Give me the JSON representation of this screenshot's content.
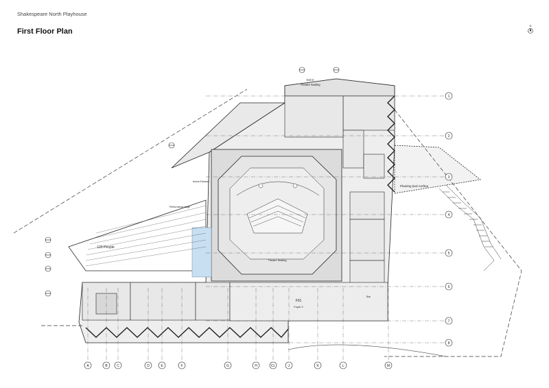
{
  "header": {
    "subtitle": "Shakespeare North Playhouse",
    "title": "First Floor Plan"
  },
  "north_arrow": {
    "icon": "north-arrow-icon",
    "label": "N"
  },
  "grid": {
    "columns": [
      "A",
      "B",
      "C",
      "D",
      "E",
      "F",
      "G",
      "H",
      "CL",
      "J",
      "K",
      "L",
      "M"
    ],
    "rows": [
      "1",
      "2",
      "3",
      "4",
      "5",
      "6",
      "7",
      "8"
    ]
  },
  "rooms": {
    "get_in": "Get in",
    "theatre_loading": "Theatre loading",
    "planting_bed": "Planting bed rooftop",
    "seating_120": "120 People",
    "performance_stage": "Performance stage",
    "foyer_code": "F01",
    "foyer_name": "Foyer 2",
    "theatre_seating": "Theatre Seating",
    "actors_entrance": "Actors Entrance",
    "bar": "Bar"
  },
  "colors": {
    "line": "#222222",
    "fill": "#e3e3e3",
    "fill_light": "#efefef",
    "accent": "#c8dff2"
  }
}
